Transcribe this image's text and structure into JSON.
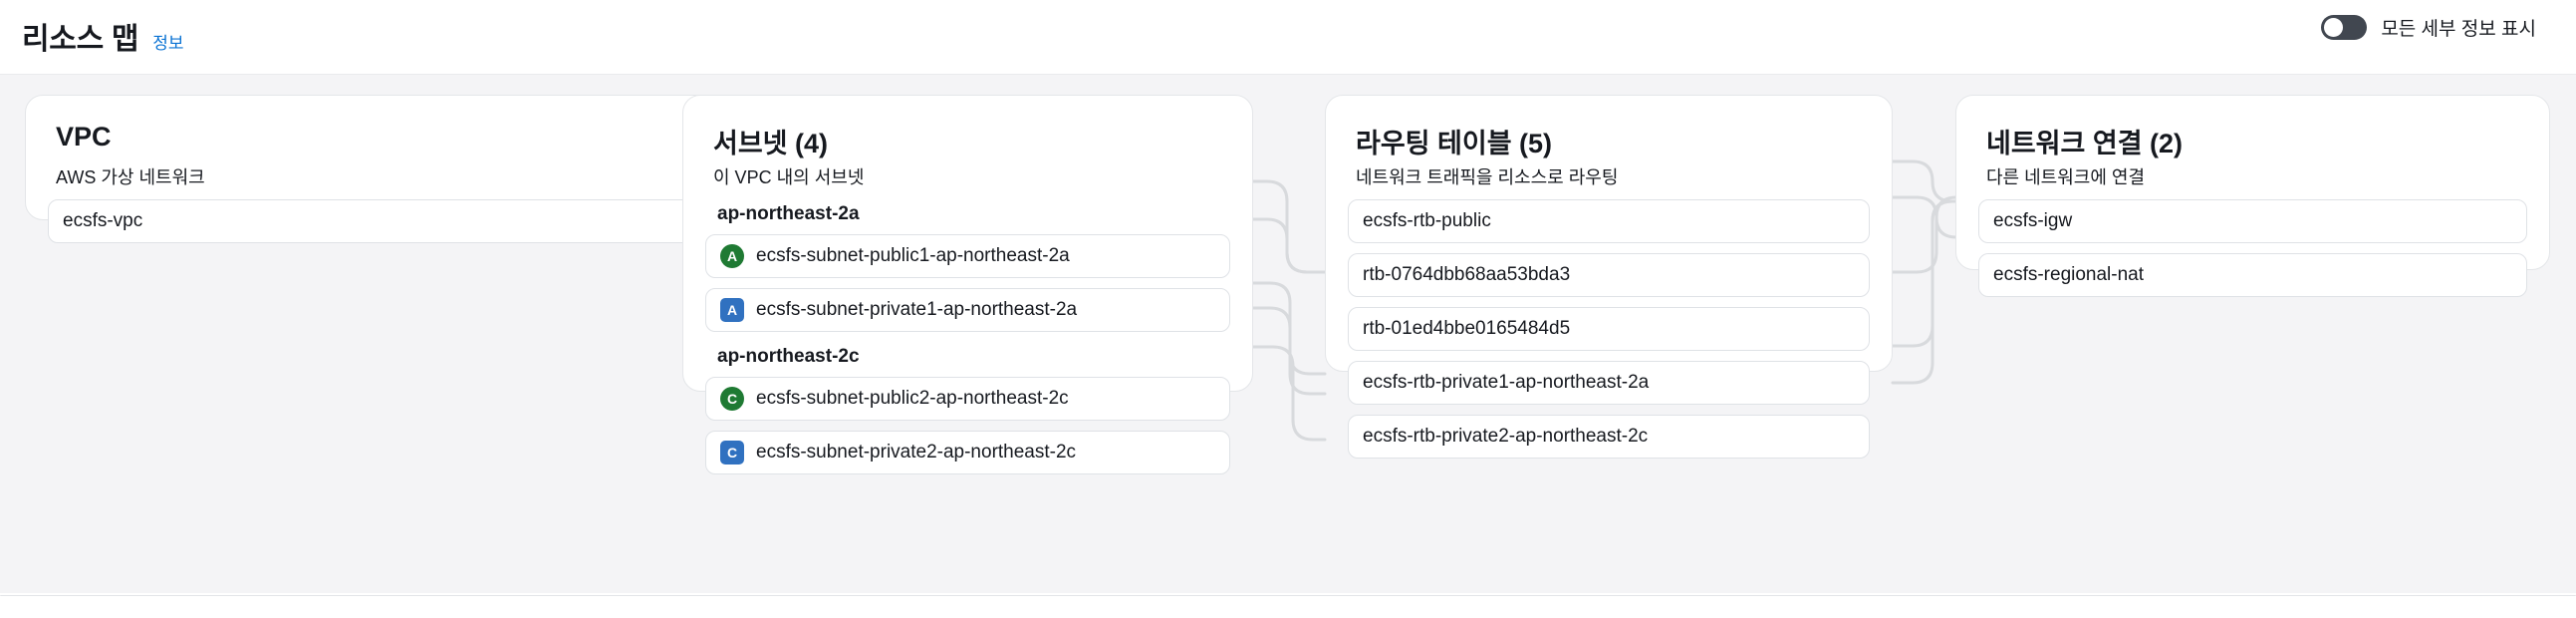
{
  "header": {
    "title": "리소스 맵",
    "info_link": "정보",
    "toggle_label": "모든 세부 정보 표시",
    "toggle_state": "off"
  },
  "colors": {
    "link": "#0972d3",
    "public_badge": "#1f7a33",
    "private_badge": "#3071c0",
    "toggle_track": "#414750",
    "canvas": "#f4f4f6",
    "card_border": "#e4e6e9",
    "chip_border": "#dfe2e6",
    "wire": "#d8dadd"
  },
  "columns": [
    {
      "id": "vpc",
      "title": "VPC",
      "subtitle": "AWS 가상 네트워크",
      "items": [
        {
          "label": "ecsfs-vpc",
          "badge": null
        }
      ]
    },
    {
      "id": "subnets",
      "title": "서브넷 (4)",
      "subtitle": "이 VPC 내의 서브넷",
      "groups": [
        {
          "az": "ap-northeast-2a",
          "items": [
            {
              "label": "ecsfs-subnet-public1-ap-northeast-2a",
              "badge": "A",
              "badge_shape": "circle",
              "badge_kind": "public"
            },
            {
              "label": "ecsfs-subnet-private1-ap-northeast-2a",
              "badge": "A",
              "badge_shape": "square",
              "badge_kind": "private"
            }
          ]
        },
        {
          "az": "ap-northeast-2c",
          "items": [
            {
              "label": "ecsfs-subnet-public2-ap-northeast-2c",
              "badge": "C",
              "badge_shape": "circle",
              "badge_kind": "public"
            },
            {
              "label": "ecsfs-subnet-private2-ap-northeast-2c",
              "badge": "C",
              "badge_shape": "square",
              "badge_kind": "private"
            }
          ]
        }
      ]
    },
    {
      "id": "route-tables",
      "title": "라우팅 테이블 (5)",
      "subtitle": "네트워크 트래픽을 리소스로 라우팅",
      "items": [
        {
          "label": "ecsfs-rtb-public",
          "badge": null
        },
        {
          "label": "rtb-0764dbb68aa53bda3",
          "badge": null
        },
        {
          "label": "rtb-01ed4bbe0165484d5",
          "badge": null
        },
        {
          "label": "ecsfs-rtb-private1-ap-northeast-2a",
          "badge": null
        },
        {
          "label": "ecsfs-rtb-private2-ap-northeast-2c",
          "badge": null
        }
      ]
    },
    {
      "id": "network-connections",
      "title": "네트워크 연결 (2)",
      "subtitle": "다른 네트워크에 연결",
      "items": [
        {
          "label": "ecsfs-igw",
          "badge": null
        },
        {
          "label": "ecsfs-regional-nat",
          "badge": null
        }
      ]
    }
  ]
}
